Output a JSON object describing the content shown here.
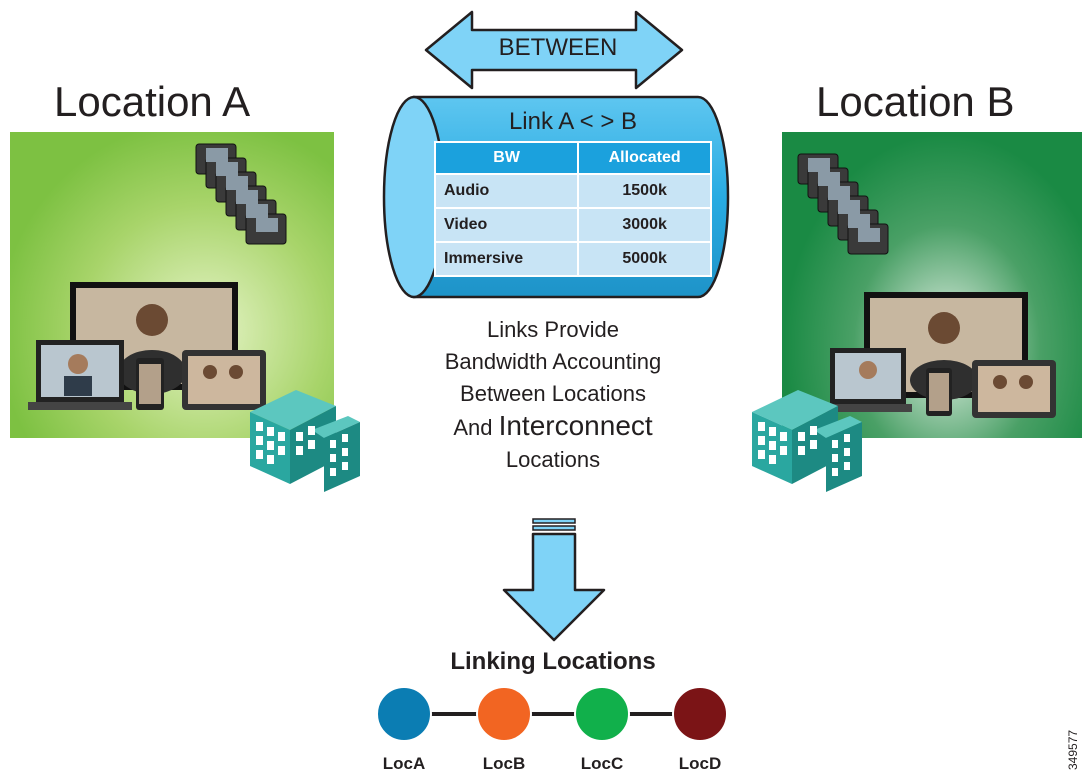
{
  "location_a": {
    "title": "Location A"
  },
  "location_b": {
    "title": "Location B"
  },
  "between_arrow": {
    "label": "BETWEEN"
  },
  "link": {
    "caption": "Link A < > B",
    "table": {
      "headers": [
        "BW",
        "Allocated"
      ],
      "rows": [
        {
          "bw": "Audio",
          "allocated": "1500k"
        },
        {
          "bw": "Video",
          "allocated": "3000k"
        },
        {
          "bw": "Immersive",
          "allocated": "5000k"
        }
      ]
    }
  },
  "description": {
    "line1": "Links Provide",
    "line2": "Bandwidth Accounting",
    "line3": "Between Locations",
    "line4_prefix": "And ",
    "line4_big": "Interconnect",
    "line5": "Locations"
  },
  "linking": {
    "title": "Linking Locations",
    "nodes": [
      {
        "label": "LocA",
        "color": "#0b7db3"
      },
      {
        "label": "LocB",
        "color": "#f26522"
      },
      {
        "label": "LocC",
        "color": "#11b04b"
      },
      {
        "label": "LocD",
        "color": "#7b1416"
      }
    ]
  },
  "figure_id": "349577",
  "colors": {
    "cylinder": "#29abe2",
    "cylinder_light": "#7fd3f7",
    "arrow_fill": "#7fd3f7",
    "panel_a": "#7dc142",
    "panel_b": "#1a8a44",
    "building": "#2aa7a0"
  }
}
